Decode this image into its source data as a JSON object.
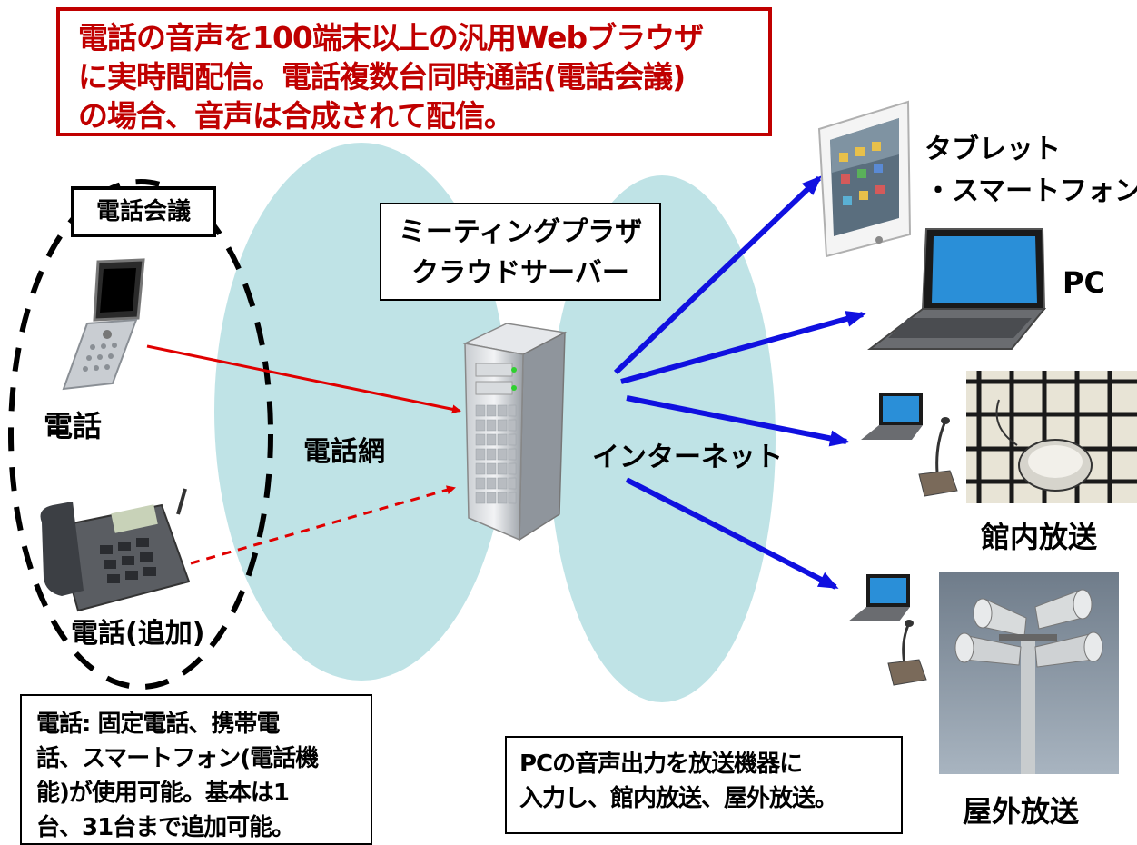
{
  "headline": {
    "lines": [
      "電話の音声を100端末以上の汎用Webブラウザ",
      "に実時間配信。電話複数台同時通話(電話会議)",
      "の場合、音声は合成されて配信。"
    ]
  },
  "conference": {
    "label": "電話会議"
  },
  "server": {
    "line1": "ミーティングプラザ",
    "line2": "クラウドサーバー"
  },
  "networks": {
    "phone_network": "電話網",
    "internet": "インターネット"
  },
  "devices": {
    "phone": "電話",
    "phone_extra": "電話(追加)",
    "tablet_line1": "タブレット",
    "tablet_line2": "・スマートフォン",
    "pc": "PC",
    "indoor": "館内放送",
    "outdoor": "屋外放送"
  },
  "notes": {
    "left": [
      "電話: 固定電話、携帯電",
      "話、スマートフォン(電話機",
      "能)が使用可能。基本は1",
      "台、31台まで追加可能。"
    ],
    "right": [
      "PCの音声出力を放送機器に",
      "入力し、館内放送、屋外放送。"
    ]
  },
  "colors": {
    "headline": "#c00000",
    "network_fill": "#bfe3e6",
    "phone_arrow": "#e00000",
    "internet_arrow": "#1010e0"
  }
}
